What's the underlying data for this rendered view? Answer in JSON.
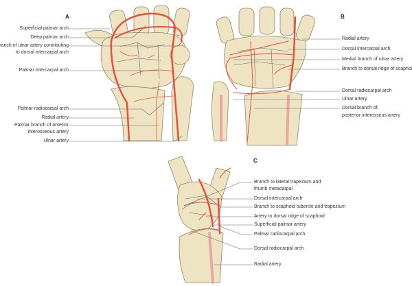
{
  "panels": {
    "a": {
      "letter": "A",
      "labels": [
        "Superficial palmar arch",
        "Deep palmar arch",
        "Branch of ulnar artery contributing",
        "to dorsal intercarpal arch",
        "Palmar intercarpal arch",
        "Palmar radiocarpal arch",
        "Radial artery",
        "Palmar branch of anterior",
        "interosseous artery",
        "Ulnar artery"
      ]
    },
    "b": {
      "letter": "B",
      "labels": [
        "Radial artery",
        "Dorsal intercarpal arch",
        "Medial branch of ulnar artery",
        "Branch to dorsal ridge of scaphoid",
        "Dorsal radiocarpal arch",
        "Ulnar artery",
        "Dorsal branch of",
        "posterior interosseus artery"
      ]
    },
    "c": {
      "letter": "C",
      "labels": [
        "Branch to lateral trapezium and",
        "thumb metacarpal",
        "Dorsal intercarpal arch",
        "Branch to scaphoid tubercle and trapezium",
        "Artery to dorsal ridge of scaphoid",
        "Superficial palmar artery",
        "Palmar radiocarpal arch",
        "Dorsal radiocarpal arch",
        "Radial artery"
      ]
    }
  },
  "colors": {
    "artery": "#e5523c",
    "bone": "#eee3c3"
  }
}
